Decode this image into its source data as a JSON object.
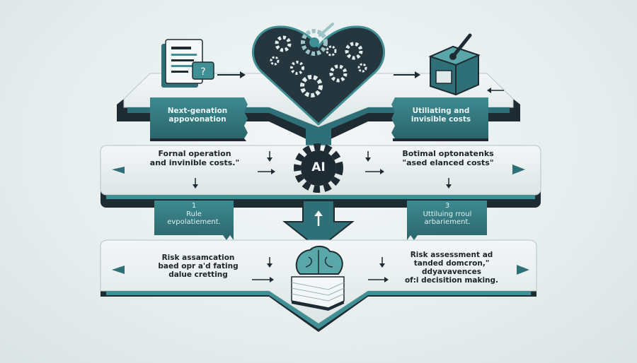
{
  "top_tags": {
    "left": [
      "Next-genation",
      "appovonation"
    ],
    "right": [
      "Utiliating and",
      "invisible costs"
    ]
  },
  "middle": {
    "left_text": [
      "Fornal operation",
      "and invinible costs.\""
    ],
    "right_text": [
      "Botimal optonatenks",
      "\"ased elanced costs\""
    ],
    "center_badge": "AI"
  },
  "middle_tags": {
    "left_number": "1",
    "left_text": [
      "Rule",
      "evpolatiement."
    ],
    "right_number": "3",
    "right_text": [
      "Uttiluing rroul",
      "arbariement."
    ]
  },
  "bottom": {
    "left_text": [
      "Risk assamcation",
      "baed opr a'd fating",
      "dalue cretting"
    ],
    "right_text": [
      "Risk assessment  ad",
      "tanded domcron,\"",
      "ddyavavences",
      "of:i decisition making."
    ]
  },
  "colors": {
    "teal_dark": "#2f6f77",
    "teal": "#3f8f94",
    "navy": "#1e2b33",
    "panel": "#e9eeee"
  }
}
